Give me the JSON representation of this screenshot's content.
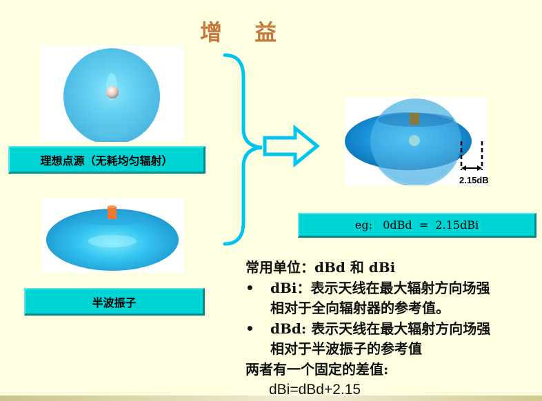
{
  "slide": {
    "title": "增 益",
    "colors": {
      "background": "#ffffe2",
      "title": "#c8773d",
      "accent_cyan": "#00d5d5",
      "bracket_arrow": "#00c4f0",
      "pattern_blue": "#3fb8ec"
    }
  },
  "left_panel": {
    "isotropic_image": {
      "icon": "sphere-radiation-pattern"
    },
    "isotropic_label": "理想点源（无耗均匀辐射）",
    "dipole_image": {
      "icon": "torus-radiation-pattern"
    },
    "dipole_label": "半波振子"
  },
  "connector": {
    "icon": "right-brace-and-arrow"
  },
  "right_panel": {
    "comparison_image": {
      "icon": "sphere-torus-overlay"
    },
    "dimension_label": "2.15dB",
    "example_label": "eg:   0dBd  =  2.15dBi"
  },
  "explanation": {
    "heading": "常用单位：dBd 和 dBi",
    "bullets": [
      {
        "marker": "•",
        "line1": "dBi：表示天线在最大辐射方向场强",
        "line2": "相对于全向辐射器的参考值。"
      },
      {
        "marker": "•",
        "line1": "dBd: 表示天线在最大辐射方向场强",
        "line2": "相对于半波振子的参考值"
      }
    ],
    "difference_label": "两者有一个固定的差值:",
    "formula": "dBi=dBd+2.15"
  }
}
